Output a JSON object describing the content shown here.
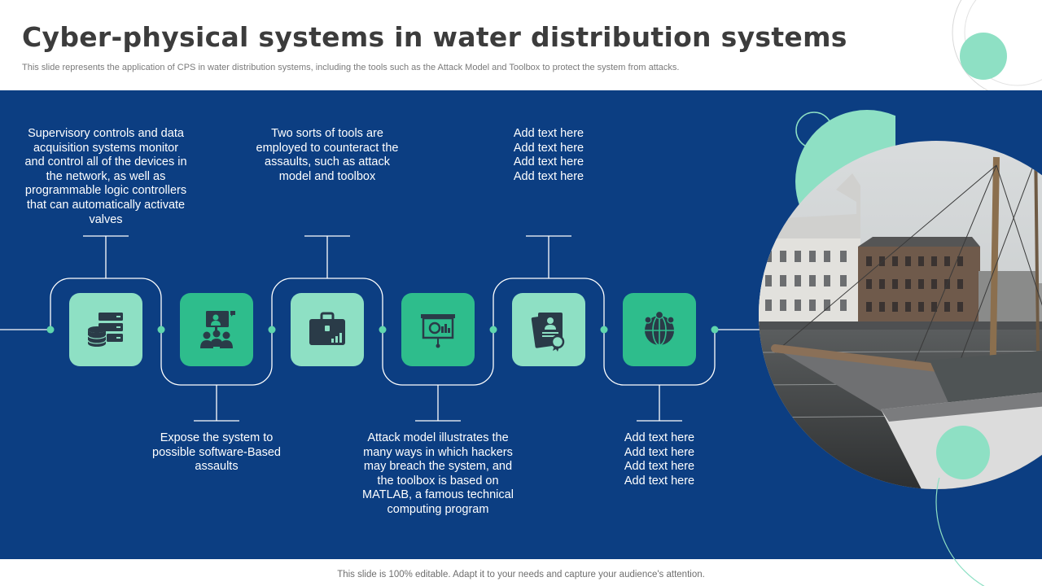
{
  "title": "Cyber-physical systems in water distribution systems",
  "subtitle": "This slide represents the application of CPS in water distribution systems, including the tools such as the Attack Model and Toolbox to protect the system from attacks.",
  "footer": "This slide is 100% editable. Adapt it to your needs and capture your audience's attention.",
  "colors": {
    "band": "#0c3e82",
    "accent_light": "#8ee0c4",
    "accent_dark": "#2ebd8c",
    "title": "#3c3c3c"
  },
  "steps": [
    {
      "icon": "database-server-icon",
      "text": "Supervisory controls and data acquisition systems monitor and control all of the devices in the network, as well as programmable logic controllers that can automatically activate valves"
    },
    {
      "icon": "presentation-audience-icon",
      "text": "Expose the system to possible software-Based assaults"
    },
    {
      "icon": "briefcase-chart-icon",
      "text": "Two sorts of tools are employed to counteract the assaults, such as attack model and toolbox"
    },
    {
      "icon": "projector-screen-icon",
      "text": "Attack model illustrates the many ways in which hackers may breach the system, and the toolbox is based on MATLAB,  a famous technical computing program"
    },
    {
      "icon": "certificate-document-icon",
      "text": "Add text here\nAdd text here\nAdd text here\nAdd text here"
    },
    {
      "icon": "global-team-icon",
      "text": "Add text here\nAdd text here\nAdd text here\nAdd text here"
    }
  ]
}
